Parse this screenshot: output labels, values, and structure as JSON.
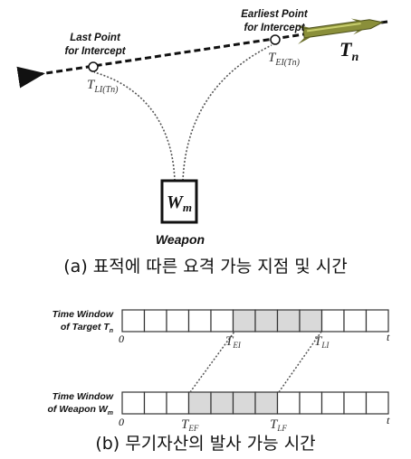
{
  "panel_a": {
    "earliest_point_label_1": "Earliest Point",
    "earliest_point_label_2": "for Intercept",
    "last_point_label_1": "Last Point",
    "last_point_label_2": "for Intercept",
    "target_label": "T",
    "target_sub": "n",
    "t_ei_label": "T",
    "t_ei_sub": "EI(Tn)",
    "t_li_label": "T",
    "t_li_sub": "LI(Tn)",
    "weapon_box_label": "W",
    "weapon_box_sub": "m",
    "weapon_label": "Weapon",
    "caption": "(a) 표적에 따른 요격 가능 지점 및 시간"
  },
  "panel_b": {
    "target_window_label_1": "Time Window",
    "target_window_label_2": "of Target T",
    "target_window_sub": "n",
    "weapon_window_label_1": "Time Window",
    "weapon_window_label_2": "of Weapon W",
    "weapon_window_sub": "m",
    "axis_origin": "0",
    "axis_end": "t",
    "target_slots": 12,
    "target_shaded": [
      5,
      6,
      7,
      8
    ],
    "weapon_slots": 12,
    "weapon_shaded": [
      3,
      4,
      5,
      6
    ],
    "t_ei_label": "T",
    "t_ei_sub": "EI",
    "t_li_label": "T",
    "t_li_sub": "LI",
    "t_ef_label": "T",
    "t_ef_sub": "EF",
    "t_lf_label": "T",
    "t_lf_sub": "LF",
    "caption": "(b) 무기자산의 발사 가능 시간"
  },
  "colors": {
    "line": "#111111",
    "shaded_cell": "#d9d9d9",
    "missile_body": "#8a8f3a",
    "missile_highlight": "#c9cf6e"
  }
}
